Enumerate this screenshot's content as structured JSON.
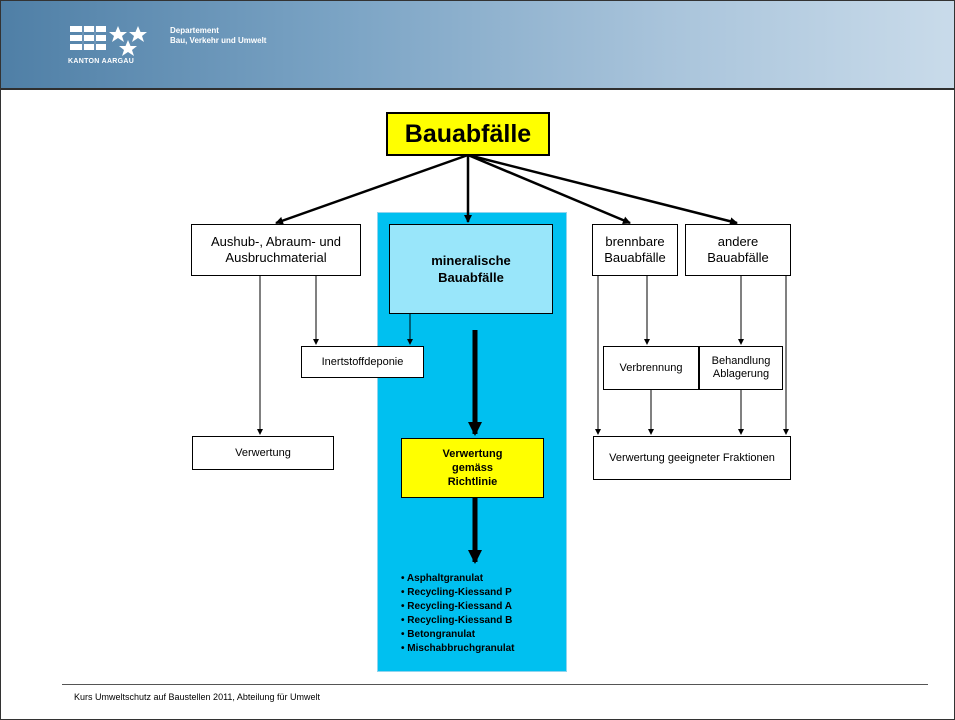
{
  "header": {
    "canton": "KANTON AARGAU",
    "department_line1": "Departement",
    "department_line2": "Bau, Verkehr und Umwelt"
  },
  "diagram": {
    "root": "Bauabfälle",
    "aushub": "Aushub-, Abraum- und Ausbruchmaterial",
    "mineralisch": "mineralische Bauabfälle",
    "brennbar": "brennbare Bauabfälle",
    "andere": "andere Bauabfälle",
    "inertstoff": "Inertstoffdeponie",
    "verwertung_left": "Verwertung",
    "verwertung_richtlinie": "Verwertung gemäss Richtlinie",
    "verbrennung": "Verbrennung",
    "behandlung": "Behandlung Ablagerung",
    "verwertung_fraktionen": "Verwertung geeigneter Fraktionen",
    "products": [
      "• Asphaltgranulat",
      "• Recycling-Kiessand P",
      "• Recycling-Kiessand A",
      "• Recycling-Kiessand B",
      "• Betongranulat",
      "• Mischabbruchgranulat"
    ]
  },
  "footer": {
    "text": "Kurs Umweltschutz auf Baustellen 2011, Abteilung für Umwelt"
  },
  "colors": {
    "root_fill": "#ffff00",
    "panel_fill": "#00c0f0",
    "mineral_fill": "#99e6fa",
    "richtlinie_fill": "#ffff00"
  }
}
